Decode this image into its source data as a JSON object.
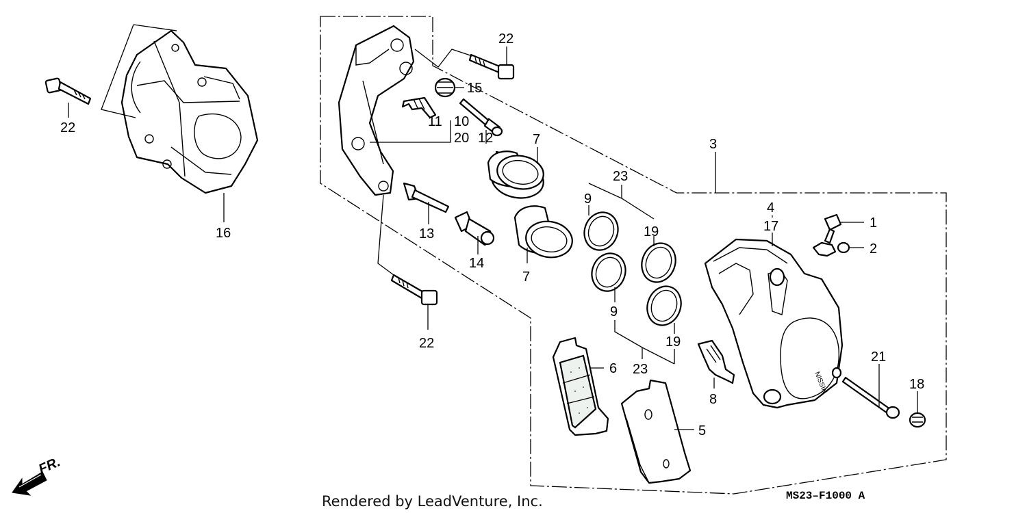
{
  "diagram": {
    "callouts": [
      {
        "id": "1",
        "label": "1"
      },
      {
        "id": "2",
        "label": "2"
      },
      {
        "id": "3",
        "label": "3"
      },
      {
        "id": "4",
        "label": "4"
      },
      {
        "id": "5",
        "label": "5"
      },
      {
        "id": "6",
        "label": "6"
      },
      {
        "id": "7a",
        "label": "7"
      },
      {
        "id": "7b",
        "label": "7"
      },
      {
        "id": "8",
        "label": "8"
      },
      {
        "id": "9a",
        "label": "9"
      },
      {
        "id": "9b",
        "label": "9"
      },
      {
        "id": "10",
        "label": "10"
      },
      {
        "id": "11",
        "label": "11"
      },
      {
        "id": "12",
        "label": "12"
      },
      {
        "id": "13",
        "label": "13"
      },
      {
        "id": "14",
        "label": "14"
      },
      {
        "id": "15",
        "label": "15"
      },
      {
        "id": "16",
        "label": "16"
      },
      {
        "id": "17",
        "label": "17"
      },
      {
        "id": "18",
        "label": "18"
      },
      {
        "id": "19a",
        "label": "19"
      },
      {
        "id": "19b",
        "label": "19"
      },
      {
        "id": "20",
        "label": "20"
      },
      {
        "id": "21",
        "label": "21"
      },
      {
        "id": "22a",
        "label": "22"
      },
      {
        "id": "22b",
        "label": "22"
      },
      {
        "id": "22c",
        "label": "22"
      },
      {
        "id": "23a",
        "label": "23"
      },
      {
        "id": "23b",
        "label": "23"
      }
    ],
    "direction_label": "FR.",
    "credit": "Rendered by LeadVenture, Inc.",
    "diagram_code": "MS23–F1000 A",
    "caliper_brand": "NISSIN"
  }
}
